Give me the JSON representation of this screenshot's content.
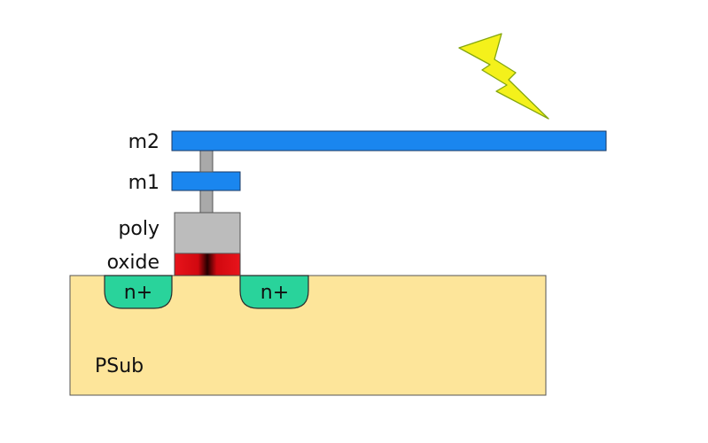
{
  "labels": {
    "m2": "m2",
    "m1": "m1",
    "poly": "poly",
    "oxide": "oxide",
    "n_plus_left": "n+",
    "n_plus_right": "n+",
    "psub": "PSub"
  },
  "colors": {
    "metal": "#1a86ef",
    "via": "#a9a9a9",
    "poly": "#bcbcbc",
    "oxide_red": "#e8141b",
    "oxide_dark": "#250000",
    "n_plus": "#29d39b",
    "substrate": "#fde59a",
    "lightning_fill": "#f4f11b",
    "lightning_stroke": "#84a60f",
    "outline": "#333333"
  },
  "icons": {
    "lightning": "lightning-bolt-icon"
  }
}
